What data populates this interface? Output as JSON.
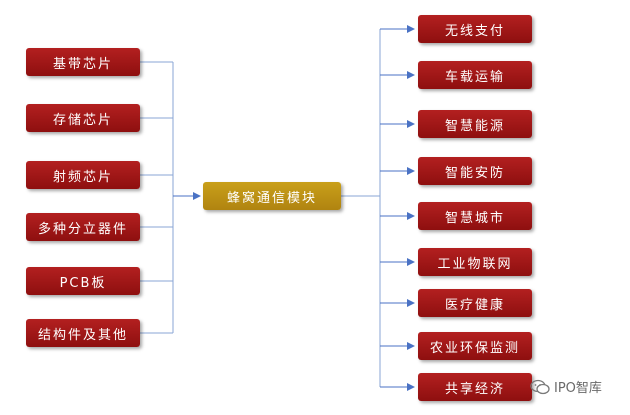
{
  "center": {
    "label": "蜂窝通信模块"
  },
  "left_items": [
    {
      "label": "基带芯片"
    },
    {
      "label": "存储芯片"
    },
    {
      "label": "射频芯片"
    },
    {
      "label": "多种分立器件"
    },
    {
      "label": "PCB板"
    },
    {
      "label": "结构件及其他"
    }
  ],
  "right_items": [
    {
      "label": "无线支付"
    },
    {
      "label": "车载运输"
    },
    {
      "label": "智慧能源"
    },
    {
      "label": "智能安防"
    },
    {
      "label": "智慧城市"
    },
    {
      "label": "工业物联网"
    },
    {
      "label": "医疗健康"
    },
    {
      "label": "农业环保监测"
    },
    {
      "label": "共享经济"
    }
  ],
  "watermark": {
    "text": "IPO智库",
    "icon": "wechat-icon"
  },
  "colors": {
    "box": "#9e1414",
    "center": "#c19415",
    "line": "#8aa6d6",
    "arrow": "#4a72c4"
  }
}
